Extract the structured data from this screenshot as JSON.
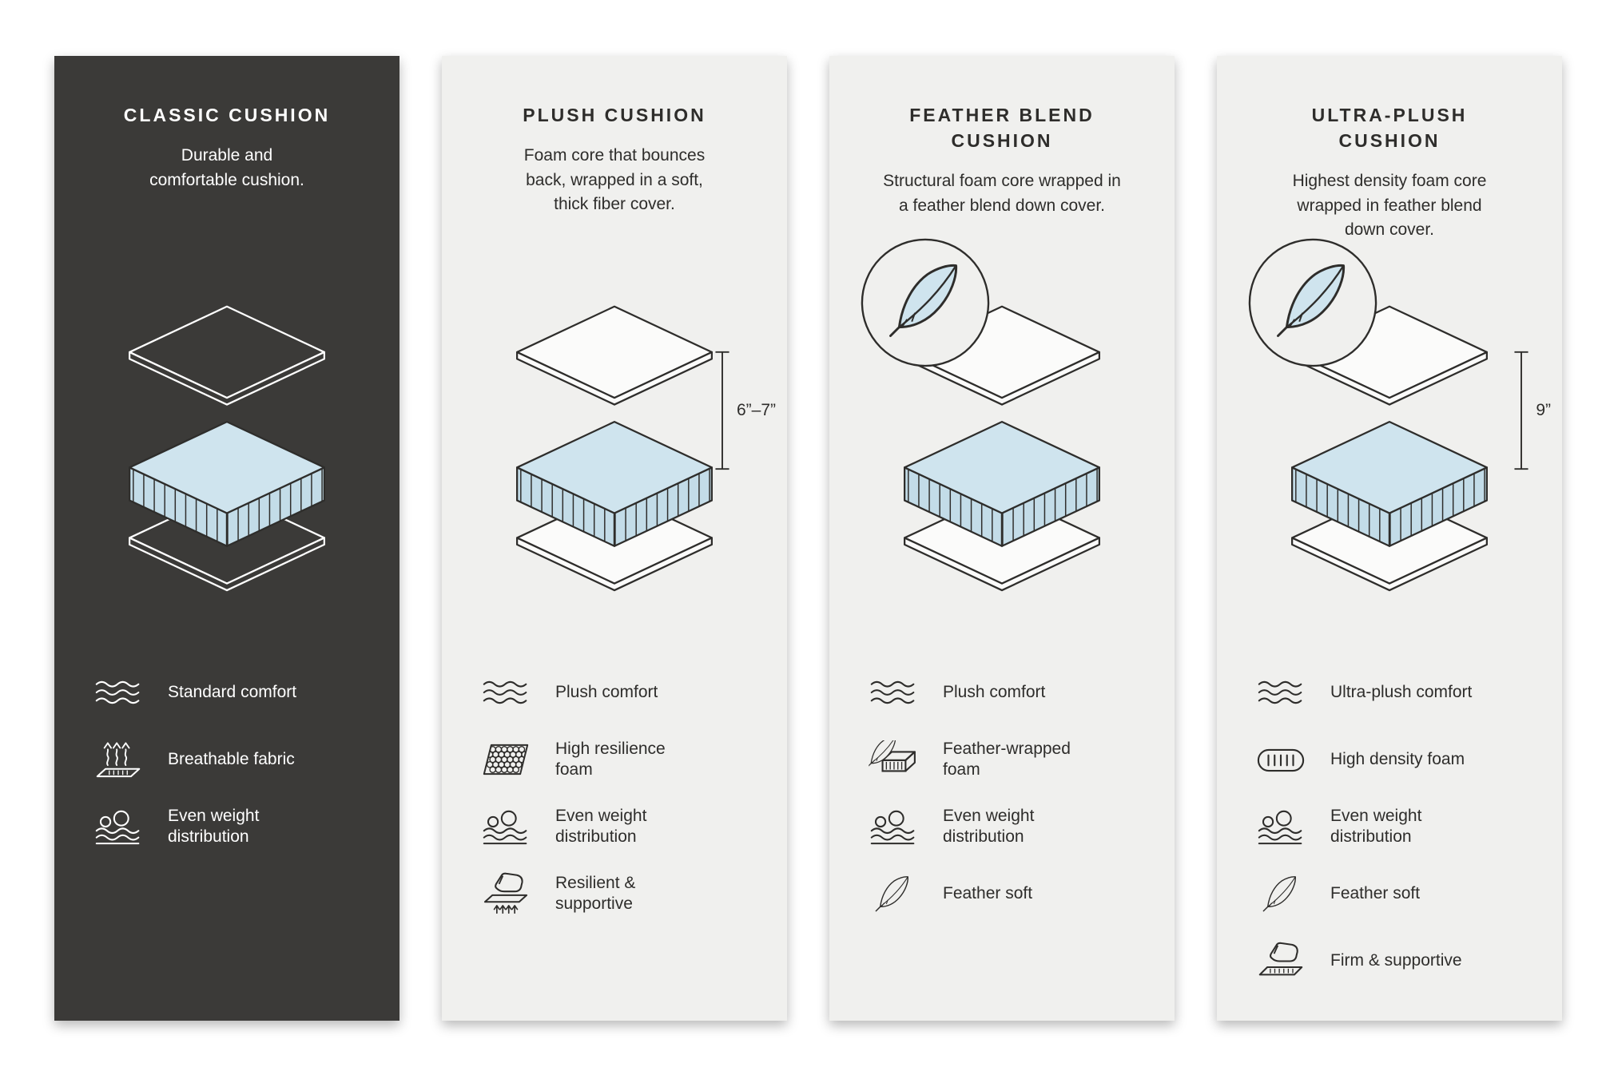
{
  "colors": {
    "page_bg": "#ffffff",
    "dark_panel_bg": "#3b3a38",
    "light_panel_bg": "#f0f0ee",
    "foam_top": "#cfe4ee",
    "foam_side": "#c3dce8",
    "outline_dark": "#2e2d2b",
    "outline_light": "#ffffff"
  },
  "panels": [
    {
      "id": "classic-cushion",
      "theme": "dark",
      "title": "CLASSIC CUSHION",
      "description": "Durable and\ncomfortable cushion.",
      "diagram": {
        "feather_badge": false,
        "height_label": ""
      },
      "features": [
        {
          "icon": "comfort-waves-icon",
          "label": "Standard comfort"
        },
        {
          "icon": "breathable-fabric-icon",
          "label": "Breathable fabric"
        },
        {
          "icon": "even-weight-icon",
          "label": "Even weight\ndistribution"
        }
      ]
    },
    {
      "id": "plush-cushion",
      "theme": "light",
      "title": "PLUSH CUSHION",
      "description": "Foam core that bounces\nback, wrapped in a soft,\nthick fiber cover.",
      "diagram": {
        "feather_badge": false,
        "height_label": "6”–7”"
      },
      "features": [
        {
          "icon": "comfort-waves-icon",
          "label": "Plush comfort"
        },
        {
          "icon": "resilience-foam-icon",
          "label": "High resilience\nfoam"
        },
        {
          "icon": "even-weight-icon",
          "label": "Even weight\ndistribution"
        },
        {
          "icon": "resilient-supportive-icon",
          "label": "Resilient &\nsupportive"
        }
      ]
    },
    {
      "id": "feather-blend-cushion",
      "theme": "light",
      "title": "FEATHER BLEND\nCUSHION",
      "description": "Structural foam core wrapped in\na feather blend down cover.",
      "diagram": {
        "feather_badge": true,
        "height_label": ""
      },
      "features": [
        {
          "icon": "comfort-waves-icon",
          "label": "Plush comfort"
        },
        {
          "icon": "feather-wrapped-foam-icon",
          "label": "Feather-wrapped\nfoam"
        },
        {
          "icon": "even-weight-icon",
          "label": "Even weight\ndistribution"
        },
        {
          "icon": "feather-icon",
          "label": "Feather soft"
        }
      ]
    },
    {
      "id": "ultra-plush-cushion",
      "theme": "light",
      "title": "ULTRA-PLUSH\nCUSHION",
      "description": "Highest density foam core\nwrapped in feather blend\ndown cover.",
      "diagram": {
        "feather_badge": true,
        "height_label": "9”"
      },
      "features": [
        {
          "icon": "comfort-waves-icon",
          "label": "Ultra-plush comfort"
        },
        {
          "icon": "density-foam-icon",
          "label": "High density foam"
        },
        {
          "icon": "even-weight-icon",
          "label": "Even weight\ndistribution"
        },
        {
          "icon": "feather-icon",
          "label": "Feather soft"
        },
        {
          "icon": "firm-supportive-icon",
          "label": "Firm & supportive"
        }
      ]
    }
  ]
}
